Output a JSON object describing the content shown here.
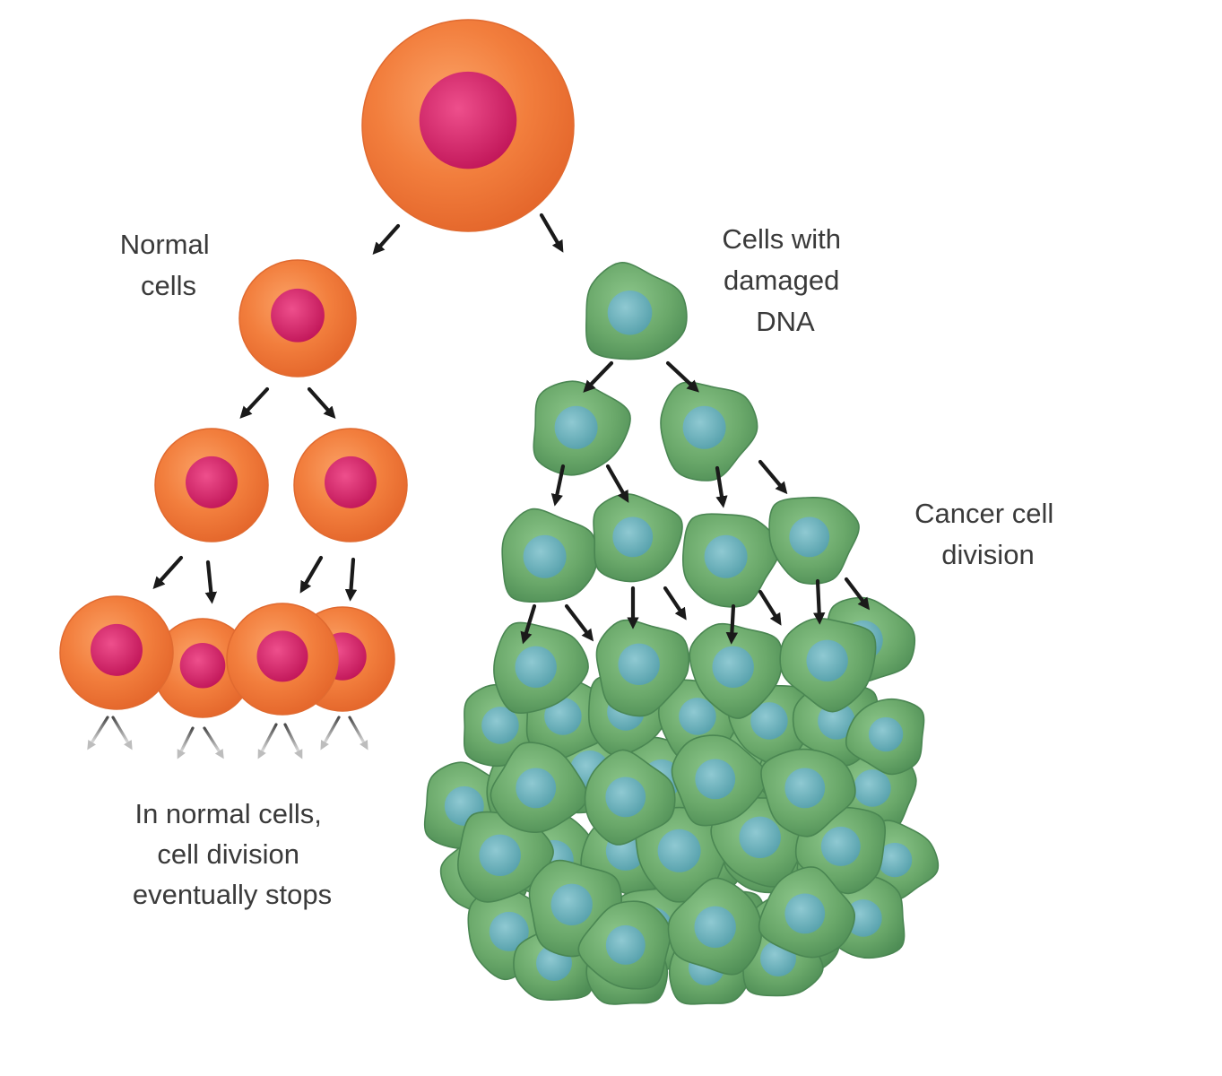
{
  "labels": {
    "normal_line1": "Normal",
    "normal_line2": "cells",
    "damaged_line1": "Cells with",
    "damaged_line2": "damaged",
    "damaged_line3": "DNA",
    "cancer_line1": "Cancer cell",
    "cancer_line2": "division",
    "stops_line1": "In normal cells,",
    "stops_line2": "cell division",
    "stops_line3": "eventually stops"
  },
  "colors": {
    "normal_cytoplasm": "#f07a3a",
    "normal_nucleus": "#d81f66",
    "cancer_cytoplasm": "#68a86a",
    "cancer_nucleus": "#6fb2bb",
    "arrow": "#1a1a1a",
    "text": "#3a3a3a"
  }
}
